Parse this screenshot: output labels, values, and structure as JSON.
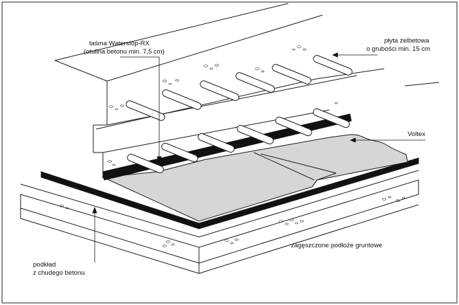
{
  "labels": {
    "tape_line1": "taśma Waterstop-RX",
    "tape_line2": "(otulina betonu min. 7,5 cm)",
    "slab_line1": "płyta żelbetowa",
    "slab_line2": "o grubości min. 15 cm",
    "membrane": "Voltex",
    "ground": "zagęszczone podłoże gruntowe",
    "base_line1": "podkład",
    "base_line2": "z chudego betonu"
  },
  "colors": {
    "line": "#1a1a1a",
    "membrane_fill": "#d6d6d6",
    "waterstop_fill": "#111111",
    "paper": "#ffffff"
  }
}
